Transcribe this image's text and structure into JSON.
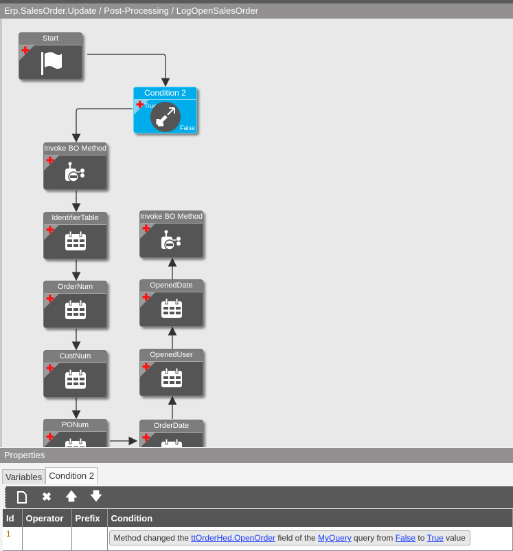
{
  "title": "Erp.SalesOrder.Update / Post-Processing / LogOpenSalesOrder",
  "nodes": {
    "start": {
      "label": "Start",
      "icon": "flag-icon"
    },
    "condition": {
      "label": "Condition 2",
      "true_label": "True",
      "false_label": "False",
      "icon": "condition-arrows-icon"
    },
    "invoke1": {
      "label": "Invoke BO Method",
      "icon": "bo-method-icon"
    },
    "identifier": {
      "label": "IdentifierTable",
      "icon": "calendar-table-icon"
    },
    "ordernum": {
      "label": "OrderNum",
      "icon": "calendar-table-icon"
    },
    "custnum": {
      "label": "CustNum",
      "icon": "calendar-table-icon"
    },
    "ponum": {
      "label": "PONum",
      "icon": "calendar-table-icon"
    },
    "invoke2": {
      "label": "Invoke BO Method",
      "icon": "bo-method-icon"
    },
    "openeddate": {
      "label": "OpenedDate",
      "icon": "calendar-table-icon"
    },
    "openeduser": {
      "label": "OpenedUser",
      "icon": "calendar-table-icon"
    },
    "orderdate": {
      "label": "OrderDate",
      "icon": "calendar-table-icon"
    }
  },
  "properties": {
    "header": "Properties",
    "tabs": [
      "Variables",
      "Condition 2"
    ],
    "active_tab": "Condition 2",
    "toolbar": [
      "new-icon",
      "delete-icon",
      "move-up-icon",
      "move-down-icon"
    ],
    "columns": [
      "Id",
      "Operator",
      "Prefix",
      "Condition"
    ],
    "rows": [
      {
        "id": "1",
        "operator": "",
        "prefix": "",
        "condition": {
          "t1": "Method changed the ",
          "field": "ttOrderHed.OpenOrder",
          "t2": " field of the ",
          "query": "MyQuery",
          "t3": " query from ",
          "from": "False",
          "t4": " to ",
          "to": "True",
          "t5": " value"
        }
      }
    ]
  },
  "colors": {
    "accent": "#00adea",
    "node": "#555555",
    "plus": "#ff1010",
    "link": "#1a3cff"
  }
}
